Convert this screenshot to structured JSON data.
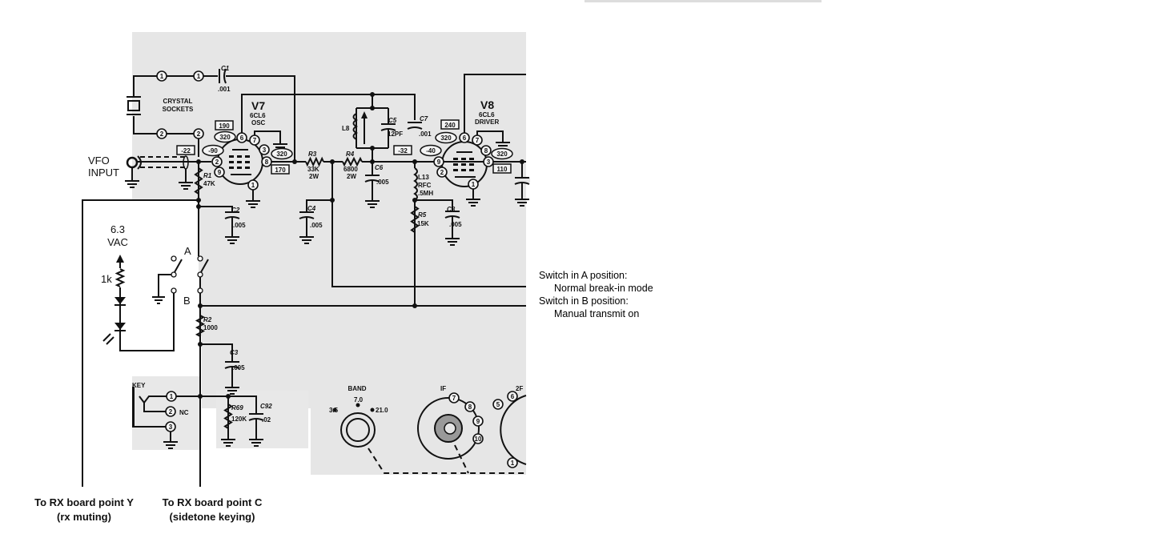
{
  "colors": {
    "scan_background": "#e6e6e6",
    "ink": "#111111"
  },
  "crystal": {
    "label1": "CRYSTAL",
    "label2": "SOCKETS",
    "pin_top": "1",
    "pin_bottom": "2"
  },
  "c1": {
    "name": "C1",
    "value": ".001"
  },
  "vfo": {
    "line1": "VFO",
    "line2": "INPUT"
  },
  "v7": {
    "name": "V7",
    "type": "6CL6",
    "function": "OSC",
    "pins": [
      "6",
      "7",
      "3",
      "8",
      "2",
      "9",
      "1"
    ],
    "voltages": {
      "box_190": "190",
      "oval_320_top": "320",
      "box_neg22": "-22",
      "oval_neg90": "-90",
      "oval_320_right": "320",
      "box_170": "170"
    }
  },
  "r1": {
    "name": "R1",
    "value": "47K"
  },
  "r3": {
    "name": "R3",
    "value": "33K",
    "rating": "2W"
  },
  "r4": {
    "name": "R4",
    "value": "6800",
    "rating": "2W"
  },
  "l8": {
    "name": "L8"
  },
  "c5": {
    "name": "C5",
    "value": "12PF"
  },
  "c6": {
    "name": "C6",
    "value": ".005"
  },
  "c7": {
    "name": "C7",
    "value": ".001"
  },
  "c4": {
    "name": "C4",
    "value": ".005"
  },
  "c2": {
    "name": "C2",
    "value": ".005"
  },
  "l13": {
    "name": "L13",
    "type": "RFC",
    "value": ".5MH"
  },
  "r5": {
    "name": "R5",
    "value": "15K"
  },
  "c8": {
    "name": "C8",
    "value": ".005"
  },
  "v8": {
    "name": "V8",
    "type": "6CL6",
    "function": "DRIVER",
    "pins": [
      "6",
      "7",
      "8",
      "3",
      "9",
      "2",
      "1"
    ],
    "voltages": {
      "box_240": "240",
      "oval_320_top": "320",
      "box_neg32": "-32",
      "oval_neg40": "-40",
      "oval_320_right": "320",
      "box_110": "110"
    }
  },
  "led_circuit": {
    "supply1": "6.3",
    "supply2": "VAC",
    "resistor": "1k"
  },
  "switch": {
    "pos_a": "A",
    "pos_b": "B"
  },
  "r2": {
    "name": "R2",
    "value": "1000"
  },
  "c3": {
    "name": "C3",
    "value": ".005"
  },
  "key": {
    "label": "KEY",
    "pins": [
      "1",
      "2",
      "3"
    ],
    "nc": "NC"
  },
  "r69": {
    "name": "R69",
    "value": "120K"
  },
  "c92": {
    "name": "C92",
    "value": ".02"
  },
  "band": {
    "label": "BAND",
    "positions": [
      "3.5",
      "7.0",
      "21.0"
    ]
  },
  "if_switch": {
    "label": "IF",
    "pins": [
      "7",
      "8",
      "9",
      "10"
    ]
  },
  "rf2_switch": {
    "label": "2F",
    "pins": [
      "5",
      "6",
      "1"
    ]
  },
  "notes": {
    "a_title": "Switch in A position:",
    "a_desc": "Normal break-in mode",
    "b_title": "Switch in B position:",
    "b_desc": "Manual transmit on"
  },
  "footer": {
    "y_line1": "To RX board point Y",
    "y_line2": "(rx muting)",
    "c_line1": "To RX board point C",
    "c_line2": "(sidetone keying)"
  }
}
